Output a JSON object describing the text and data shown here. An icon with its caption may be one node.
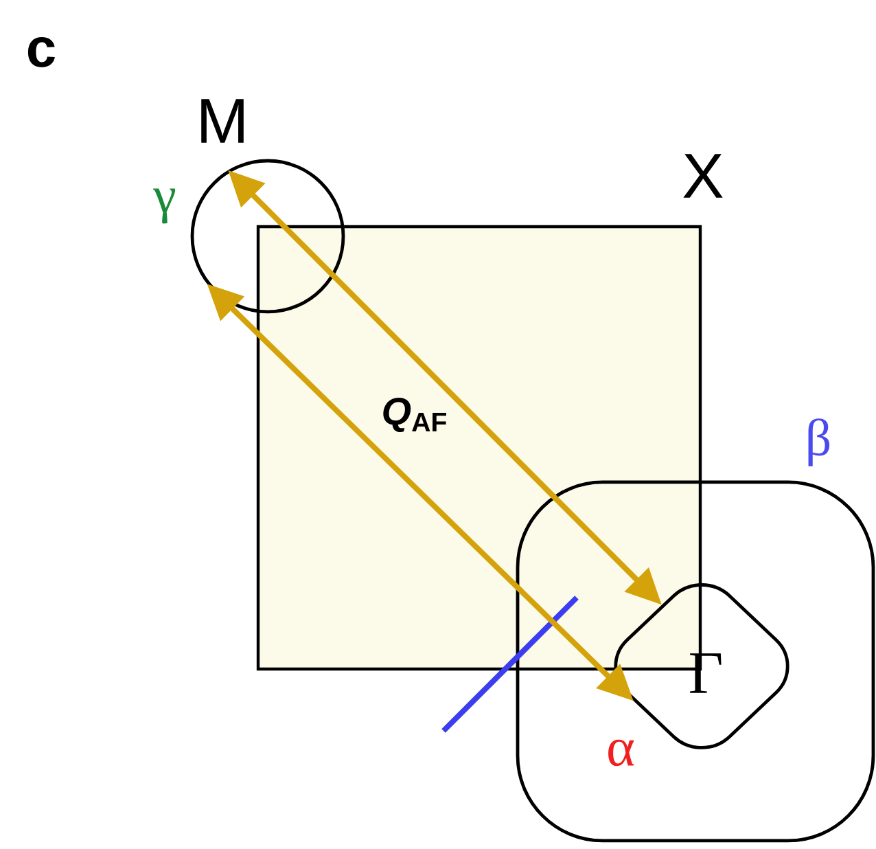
{
  "diagram": {
    "nodes": [
      {
        "text": [],
        "shape": "circle"
      },
      {
        "text": [],
        "shape": "diamond"
      }
    ],
    "edges": [
      {
        "from": 0,
        "to": 1,
        "arrow": "both"
      },
      {
        "from": 0,
        "to": 1,
        "arrow": "both"
      }
    ],
    "labels": [
      "c",
      "M",
      "X",
      "γ",
      "*Q*$_{AF}$",
      "β",
      "Γ",
      "α"
    ]
  }
}
